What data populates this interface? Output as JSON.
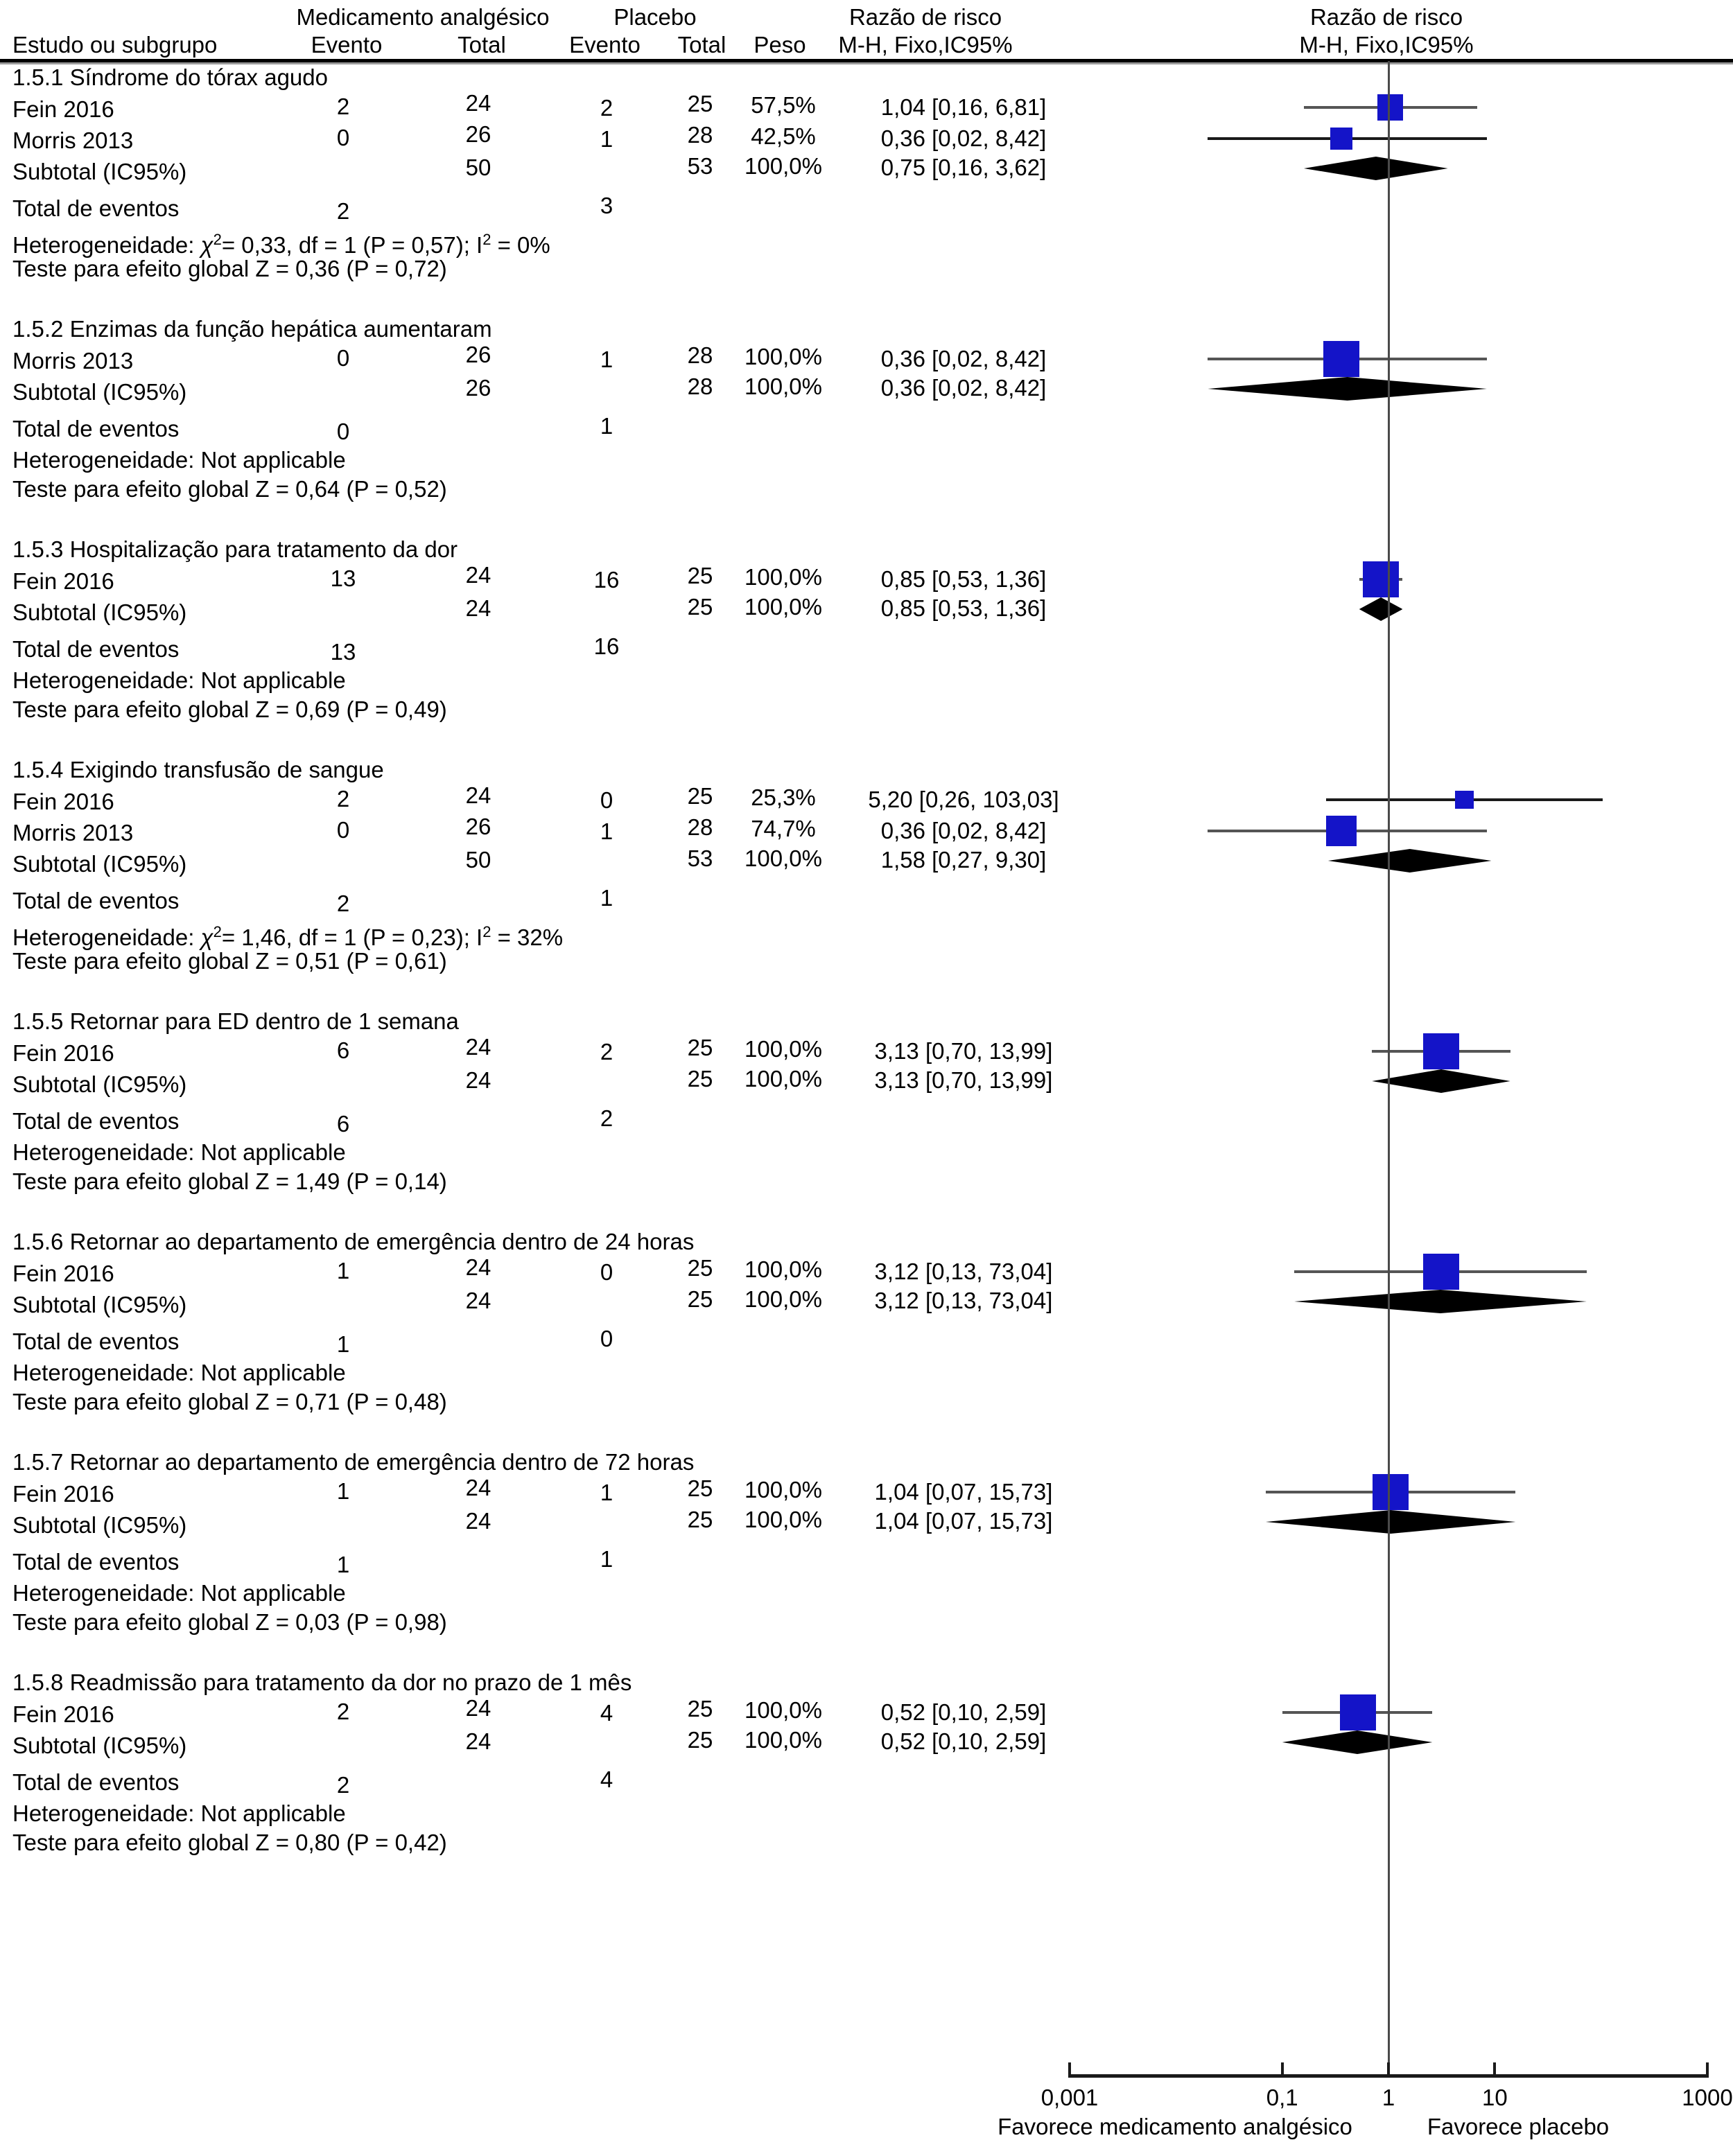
{
  "header": {
    "group1_label": "Medicamento analgésico",
    "group2_label": "Placebo",
    "effect_label_left": "Razão de risco",
    "effect_label_right": "Razão de risco",
    "effect_model_left": "M-H, Fixo,IC95%",
    "effect_model_right": "M-H, Fixo,IC95%",
    "col_study": "Estudo ou subgrupo",
    "col_event1": "Evento",
    "col_total1": "Total",
    "col_event2": "Evento",
    "col_total2": "Total",
    "col_weight": "Peso"
  },
  "labels": {
    "total_events": "Total de eventos",
    "subtotal": "Subtotal (IC95%)",
    "not_applicable": "Heterogeneidade: Not applicable"
  },
  "axis": {
    "ticks": [
      "0,001",
      "0,1",
      "1",
      "10",
      "1000"
    ],
    "tick_values": [
      0.001,
      0.1,
      1,
      10,
      1000
    ],
    "favor_left": "Favorece medicamento analgésico",
    "favor_right": "Favorece placebo"
  },
  "colors": {
    "box": "#1414c8",
    "diamond": "#000000",
    "line": "#1a1a1a"
  },
  "chart_data": {
    "type": "forest",
    "title": "Razão de risco M-H, Fixo, IC95%",
    "xlabel": "Razão de risco",
    "xscale": "log",
    "xlim": [
      0.001,
      1000
    ],
    "subgroups": [
      {
        "id": "1.5.1",
        "title": "1.5.1 Síndrome do tórax agudo",
        "studies": [
          {
            "name": "Fein 2016",
            "e1": "2",
            "n1": "24",
            "e2": "2",
            "n2": "25",
            "weight": "57,5%",
            "effect": "1,04 [0,16, 6,81]",
            "est": 1.04,
            "lo": 0.16,
            "hi": 6.81,
            "w": 57.5
          },
          {
            "name": "Morris 2013",
            "e1": "0",
            "n1": "26",
            "e2": "1",
            "n2": "28",
            "weight": "42,5%",
            "effect": "0,36 [0,02, 8,42]",
            "est": 0.36,
            "lo": 0.02,
            "hi": 8.42,
            "w": 42.5
          }
        ],
        "subtotal": {
          "n1": "50",
          "n2": "53",
          "weight": "100,0%",
          "effect": "0,75 [0,16, 3,62]",
          "est": 0.75,
          "lo": 0.16,
          "hi": 3.62
        },
        "total_events": {
          "e1": "2",
          "e2": "3"
        },
        "heterogeneity": "Heterogeneidade: χ²= 0,33, df = 1 (P = 0,57); I² = 0%",
        "het_chi": "0,33",
        "het_df": "1",
        "het_p": "0,57",
        "het_i2": "0%",
        "overall_test": "Teste para efeito global Z = 0,36 (P = 0,72)"
      },
      {
        "id": "1.5.2",
        "title": "1.5.2 Enzimas da função hepática aumentaram",
        "studies": [
          {
            "name": "Morris 2013",
            "e1": "0",
            "n1": "26",
            "e2": "1",
            "n2": "28",
            "weight": "100,0%",
            "effect": "0,36 [0,02, 8,42]",
            "est": 0.36,
            "lo": 0.02,
            "hi": 8.42,
            "w": 100
          }
        ],
        "subtotal": {
          "n1": "26",
          "n2": "28",
          "weight": "100,0%",
          "effect": "0,36 [0,02, 8,42]",
          "est": 0.36,
          "lo": 0.02,
          "hi": 8.42
        },
        "total_events": {
          "e1": "0",
          "e2": "1"
        },
        "heterogeneity": "Heterogeneidade: Not applicable",
        "overall_test": "Teste para efeito global Z = 0,64 (P = 0,52)"
      },
      {
        "id": "1.5.3",
        "title": "1.5.3 Hospitalização para tratamento da dor",
        "studies": [
          {
            "name": "Fein 2016",
            "e1": "13",
            "n1": "24",
            "e2": "16",
            "n2": "25",
            "weight": "100,0%",
            "effect": "0,85 [0,53, 1,36]",
            "est": 0.85,
            "lo": 0.53,
            "hi": 1.36,
            "w": 100
          }
        ],
        "subtotal": {
          "n1": "24",
          "n2": "25",
          "weight": "100,0%",
          "effect": "0,85 [0,53, 1,36]",
          "est": 0.85,
          "lo": 0.53,
          "hi": 1.36
        },
        "total_events": {
          "e1": "13",
          "e2": "16"
        },
        "heterogeneity": "Heterogeneidade: Not applicable",
        "overall_test": "Teste para efeito global Z = 0,69 (P = 0,49)"
      },
      {
        "id": "1.5.4",
        "title": "1.5.4 Exigindo transfusão de sangue",
        "studies": [
          {
            "name": "Fein 2016",
            "e1": "2",
            "n1": "24",
            "e2": "0",
            "n2": "25",
            "weight": "25,3%",
            "effect": "5,20 [0,26, 103,03]",
            "est": 5.2,
            "lo": 0.26,
            "hi": 103.03,
            "w": 25.3
          },
          {
            "name": "Morris 2013",
            "e1": "0",
            "n1": "26",
            "e2": "1",
            "n2": "28",
            "weight": "74,7%",
            "effect": "0,36 [0,02, 8,42]",
            "est": 0.36,
            "lo": 0.02,
            "hi": 8.42,
            "w": 74.7
          }
        ],
        "subtotal": {
          "n1": "50",
          "n2": "53",
          "weight": "100,0%",
          "effect": "1,58 [0,27, 9,30]",
          "est": 1.58,
          "lo": 0.27,
          "hi": 9.3
        },
        "total_events": {
          "e1": "2",
          "e2": "1"
        },
        "heterogeneity": "Heterogeneidade: χ²= 1,46, df = 1 (P = 0,23); I² = 32%",
        "het_chi": "1,46",
        "het_df": "1",
        "het_p": "0,23",
        "het_i2": "32%",
        "overall_test": "Teste para efeito global Z = 0,51 (P = 0,61)"
      },
      {
        "id": "1.5.5",
        "title": "1.5.5 Retornar para ED dentro de 1 semana",
        "studies": [
          {
            "name": "Fein 2016",
            "e1": "6",
            "n1": "24",
            "e2": "2",
            "n2": "25",
            "weight": "100,0%",
            "effect": "3,13 [0,70, 13,99]",
            "est": 3.13,
            "lo": 0.7,
            "hi": 13.99,
            "w": 100
          }
        ],
        "subtotal": {
          "n1": "24",
          "n2": "25",
          "weight": "100,0%",
          "effect": "3,13 [0,70, 13,99]",
          "est": 3.13,
          "lo": 0.7,
          "hi": 13.99
        },
        "total_events": {
          "e1": "6",
          "e2": "2"
        },
        "heterogeneity": "Heterogeneidade: Not applicable",
        "overall_test": "Teste para efeito global Z = 1,49 (P = 0,14)"
      },
      {
        "id": "1.5.6",
        "title": "1.5.6 Retornar ao departamento de emergência dentro de 24 horas",
        "studies": [
          {
            "name": "Fein 2016",
            "e1": "1",
            "n1": "24",
            "e2": "0",
            "n2": "25",
            "weight": "100,0%",
            "effect": "3,12 [0,13, 73,04]",
            "est": 3.12,
            "lo": 0.13,
            "hi": 73.04,
            "w": 100
          }
        ],
        "subtotal": {
          "n1": "24",
          "n2": "25",
          "weight": "100,0%",
          "effect": "3,12 [0,13, 73,04]",
          "est": 3.12,
          "lo": 0.13,
          "hi": 73.04
        },
        "total_events": {
          "e1": "1",
          "e2": "0"
        },
        "heterogeneity": "Heterogeneidade: Not applicable",
        "overall_test": "Teste para efeito global Z = 0,71 (P = 0,48)"
      },
      {
        "id": "1.5.7",
        "title": "1.5.7 Retornar ao departamento de emergência dentro de 72 horas",
        "studies": [
          {
            "name": "Fein 2016",
            "e1": "1",
            "n1": "24",
            "e2": "1",
            "n2": "25",
            "weight": "100,0%",
            "effect": "1,04 [0,07, 15,73]",
            "est": 1.04,
            "lo": 0.07,
            "hi": 15.73,
            "w": 100
          }
        ],
        "subtotal": {
          "n1": "24",
          "n2": "25",
          "weight": "100,0%",
          "effect": "1,04 [0,07, 15,73]",
          "est": 1.04,
          "lo": 0.07,
          "hi": 15.73
        },
        "total_events": {
          "e1": "1",
          "e2": "1"
        },
        "heterogeneity": "Heterogeneidade: Not applicable",
        "overall_test": "Teste para efeito global Z = 0,03 (P = 0,98)"
      },
      {
        "id": "1.5.8",
        "title": "1.5.8 Readmissão para tratamento da dor no prazo de 1 mês",
        "studies": [
          {
            "name": "Fein 2016",
            "e1": "2",
            "n1": "24",
            "e2": "4",
            "n2": "25",
            "weight": "100,0%",
            "effect": "0,52 [0,10, 2,59]",
            "est": 0.52,
            "lo": 0.1,
            "hi": 2.59,
            "w": 100
          }
        ],
        "subtotal": {
          "n1": "24",
          "n2": "25",
          "weight": "100,0%",
          "effect": "0,52 [0,10, 2,59]",
          "est": 0.52,
          "lo": 0.1,
          "hi": 2.59
        },
        "total_events": {
          "e1": "2",
          "e2": "4"
        },
        "heterogeneity": "Heterogeneidade: Not applicable",
        "overall_test": "Teste para efeito global Z = 0,80 (P = 0,42)"
      }
    ]
  }
}
